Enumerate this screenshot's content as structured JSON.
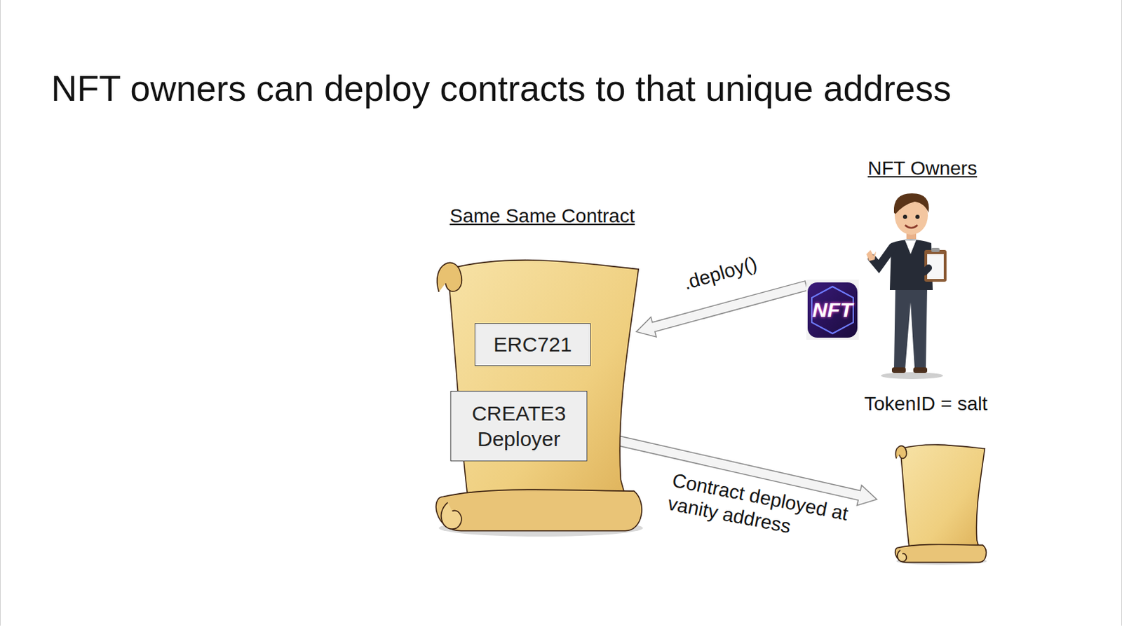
{
  "diagram": {
    "title": "NFT owners can deploy contracts to that unique address",
    "nodes": [
      {
        "text": [
          "Same Same Contract"
        ]
      },
      {
        "text": [
          "ERC721"
        ],
        "in": 0
      },
      {
        "text": [
          "CREATE3 Deployer"
        ],
        "in": 0
      },
      {
        "text": [
          "NFT"
        ]
      },
      {
        "text": []
      }
    ],
    "edges": [
      {
        "from": 3,
        "to": 0,
        "label": ".deploy()",
        "arrow": "to"
      },
      {
        "from": 2,
        "to": 4,
        "label": "Contract deployed at vanity address",
        "arrow": "to"
      }
    ],
    "labels": [
      "NFT Owners",
      "TokenID = salt"
    ]
  }
}
